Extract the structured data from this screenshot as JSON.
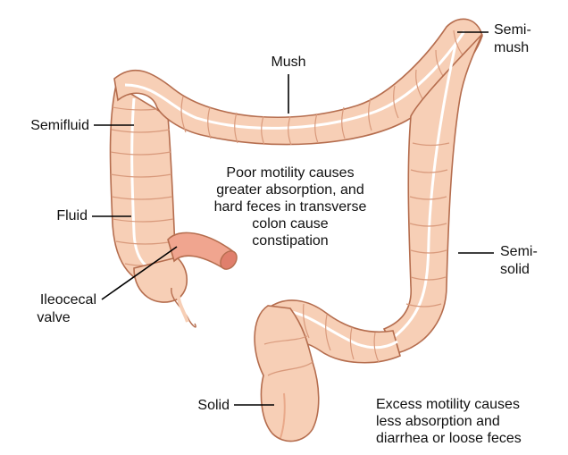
{
  "labels": {
    "mush": "Mush",
    "semi_mush_line1": "Semi-",
    "semi_mush_line2": "mush",
    "semifluid": "Semifluid",
    "fluid": "Fluid",
    "ileocecal_line1": "Ileocecal",
    "ileocecal_line2": "valve",
    "semi_solid_line1": "Semi-",
    "semi_solid_line2": "solid",
    "solid": "Solid"
  },
  "notes": {
    "poor_motility": [
      "Poor motility causes",
      "greater absorption, and",
      "hard feces in transverse",
      "colon cause",
      "constipation"
    ],
    "excess_motility": [
      "Excess motility causes",
      "less absorption and",
      "diarrhea or loose feces"
    ]
  },
  "colors": {
    "tissue": "#f7cfb6",
    "tissue_shadow": "#e9a98a",
    "outline": "#b56d4e",
    "lumen_line": "#ffffff",
    "leader": "#000000",
    "text": "#111111"
  }
}
